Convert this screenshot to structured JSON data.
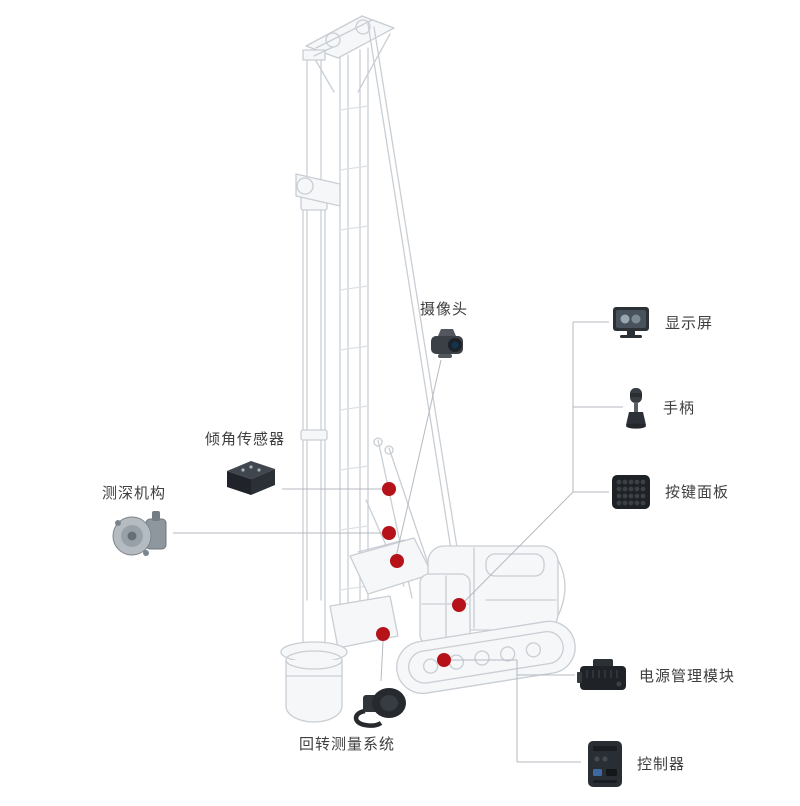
{
  "colors": {
    "background": "#ffffff",
    "marker": "#b5121a",
    "connector": "#b4bac0",
    "machine": "#c9ced4",
    "label_text": "#3f3f3f"
  },
  "components": [
    {
      "id": "camera",
      "label": "摄像头",
      "icon": "camera-icon"
    },
    {
      "id": "display",
      "label": "显示屏",
      "icon": "monitor-icon"
    },
    {
      "id": "handle",
      "label": "手柄",
      "icon": "joystick-icon"
    },
    {
      "id": "keypad",
      "label": "按键面板",
      "icon": "keypad-icon"
    },
    {
      "id": "tilt_sensor",
      "label": "倾角传感器",
      "icon": "tilt-sensor-icon"
    },
    {
      "id": "depth_mechanism",
      "label": "测深机构",
      "icon": "depth-mechanism-icon"
    },
    {
      "id": "rotary_system",
      "label": "回转测量系统",
      "icon": "rotary-encoder-icon"
    },
    {
      "id": "power_module",
      "label": "电源管理模块",
      "icon": "power-module-icon"
    },
    {
      "id": "controller",
      "label": "控制器",
      "icon": "controller-icon"
    }
  ],
  "markers": {
    "count": 6
  }
}
